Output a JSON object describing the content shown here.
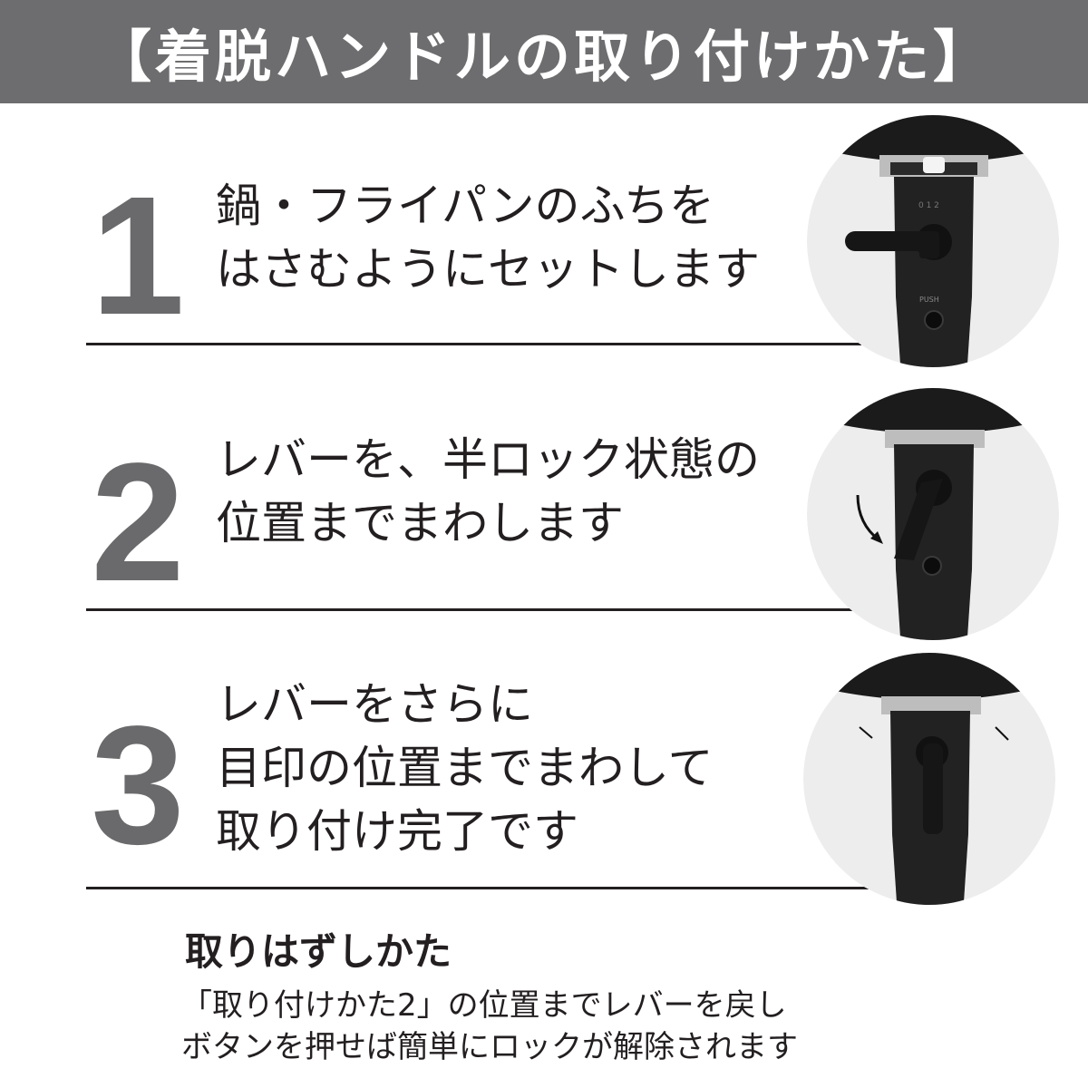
{
  "header": {
    "title": "【着脱ハンドルの取り付けかた】"
  },
  "steps": [
    {
      "number": "1",
      "lines": [
        "鍋・フライパンのふちを",
        "はさむようにセットします"
      ]
    },
    {
      "number": "2",
      "lines": [
        "レバーを、半ロック状態の",
        "位置までまわします"
      ]
    },
    {
      "number": "3",
      "lines": [
        "レバーをさらに",
        "目印の位置までまわして",
        "取り付け完了です"
      ]
    }
  ],
  "photo_labels": {
    "push": "PUSH",
    "marks": "0 1 2"
  },
  "removal": {
    "title": "取りはずしかた",
    "lines": [
      "「取り付けかた2」の位置までレバーを戻し",
      "ボタンを押せば簡単にロックが解除されます"
    ]
  }
}
